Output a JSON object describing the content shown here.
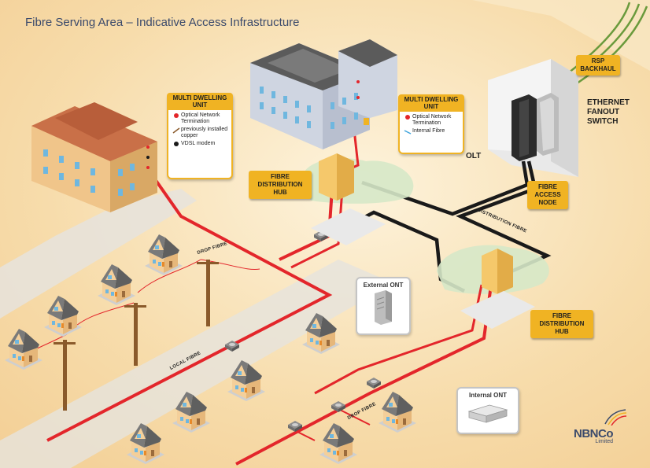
{
  "title": "Fibre Serving Area – Indicative Access Infrastructure",
  "colors": {
    "background_warm": "#f7dcab",
    "road": "#e6e3dd",
    "fibre_red": "#e3262b",
    "distribution_black": "#1a1a1a",
    "callout_yellow": "#f0b323",
    "drop_fibre_green": "#6a9a3c",
    "brand_blue": "#3b4a6b"
  },
  "callouts": {
    "mdu_left": {
      "header": "MULTI DWELLING UNIT",
      "items": [
        {
          "icon": "red-dot-icon",
          "label": "Optical Network Termination"
        },
        {
          "icon": "copper-line-icon",
          "label": "previously installed copper"
        },
        {
          "icon": "black-dot-icon",
          "label": "VDSL modem"
        }
      ]
    },
    "mdu_right": {
      "header": "MULTI DWELLING UNIT",
      "items": [
        {
          "icon": "red-dot-icon",
          "label": "Optical Network Termination"
        },
        {
          "icon": "blue-line-icon",
          "label": "Internal Fibre"
        }
      ]
    }
  },
  "labels": {
    "rsp_backhaul": "RSP BACKHAUL",
    "ethernet_fanout_switch": "ETHERNET FANOUT SWITCH",
    "olt": "OLT",
    "fibre_access_node": "FIBRE ACCESS NODE",
    "fdh_upper": "FIBRE DISTRIBUTION HUB",
    "fdh_lower": "FIBRE DISTRIBUTION HUB",
    "distribution_fibre": "DISTRIBUTION FIBRE",
    "drop_fibre_top": "DROP FIBRE",
    "drop_fibre_bottom": "DROP FIBRE",
    "local_fibre": "LOCAL FIBRE",
    "external_ont": "External ONT",
    "internal_ont": "Internal ONT"
  },
  "logo": {
    "name": "NBNCo",
    "sub": "Limited"
  }
}
